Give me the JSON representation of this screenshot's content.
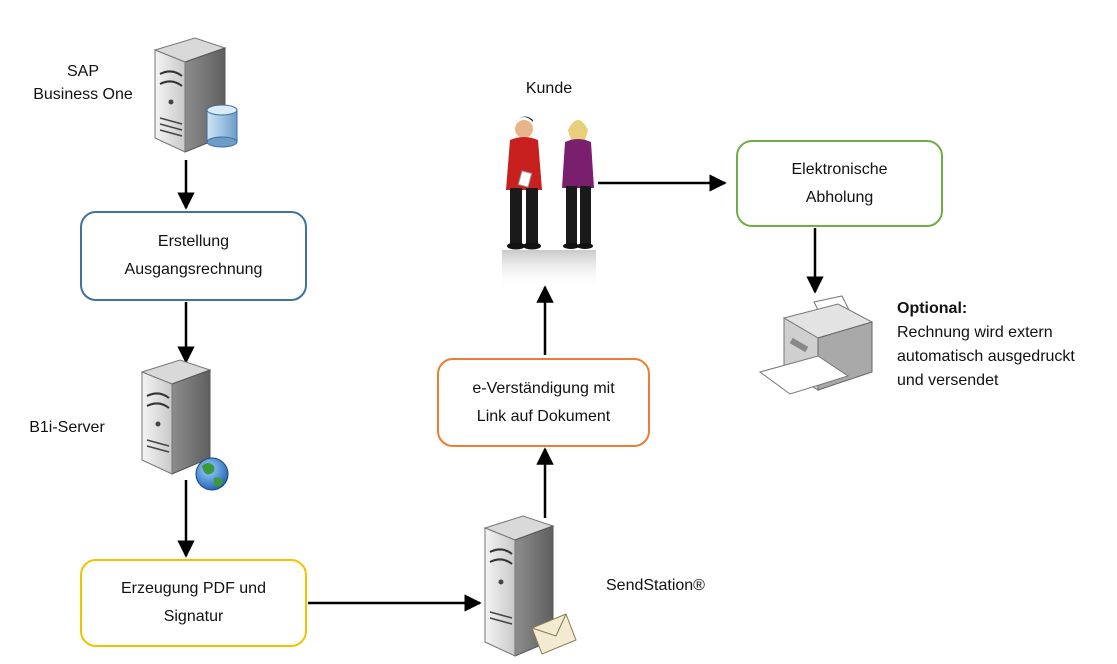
{
  "nodes": {
    "sap_label": [
      "SAP",
      "Business One"
    ],
    "b1i_label": "B1i-Server",
    "kunde_label": "Kunde",
    "sendstation_label": "SendStation®",
    "box_erstellung": [
      "Erstellung",
      "Ausgangsrechnung"
    ],
    "box_erzeugung": [
      "Erzeugung PDF und",
      "Signatur"
    ],
    "box_verstaendigung": [
      "e-Verständigung mit",
      "Link auf Dokument"
    ],
    "box_abholung": [
      "Elektronische",
      "Abholung"
    ],
    "optional": {
      "heading": "Optional:",
      "lines": [
        "Rechnung wird extern",
        "automatisch ausgedruckt",
        "und versendet"
      ]
    }
  },
  "colors": {
    "erstellung_border": "#41719c",
    "erzeugung_border": "#f2c200",
    "verstaendigung_border": "#ed7d31",
    "abholung_border": "#70ad47",
    "arrow": "#000000"
  },
  "icons": [
    "server-database-icon",
    "server-globe-icon",
    "server-mail-icon",
    "people-icon",
    "printer-icon"
  ]
}
